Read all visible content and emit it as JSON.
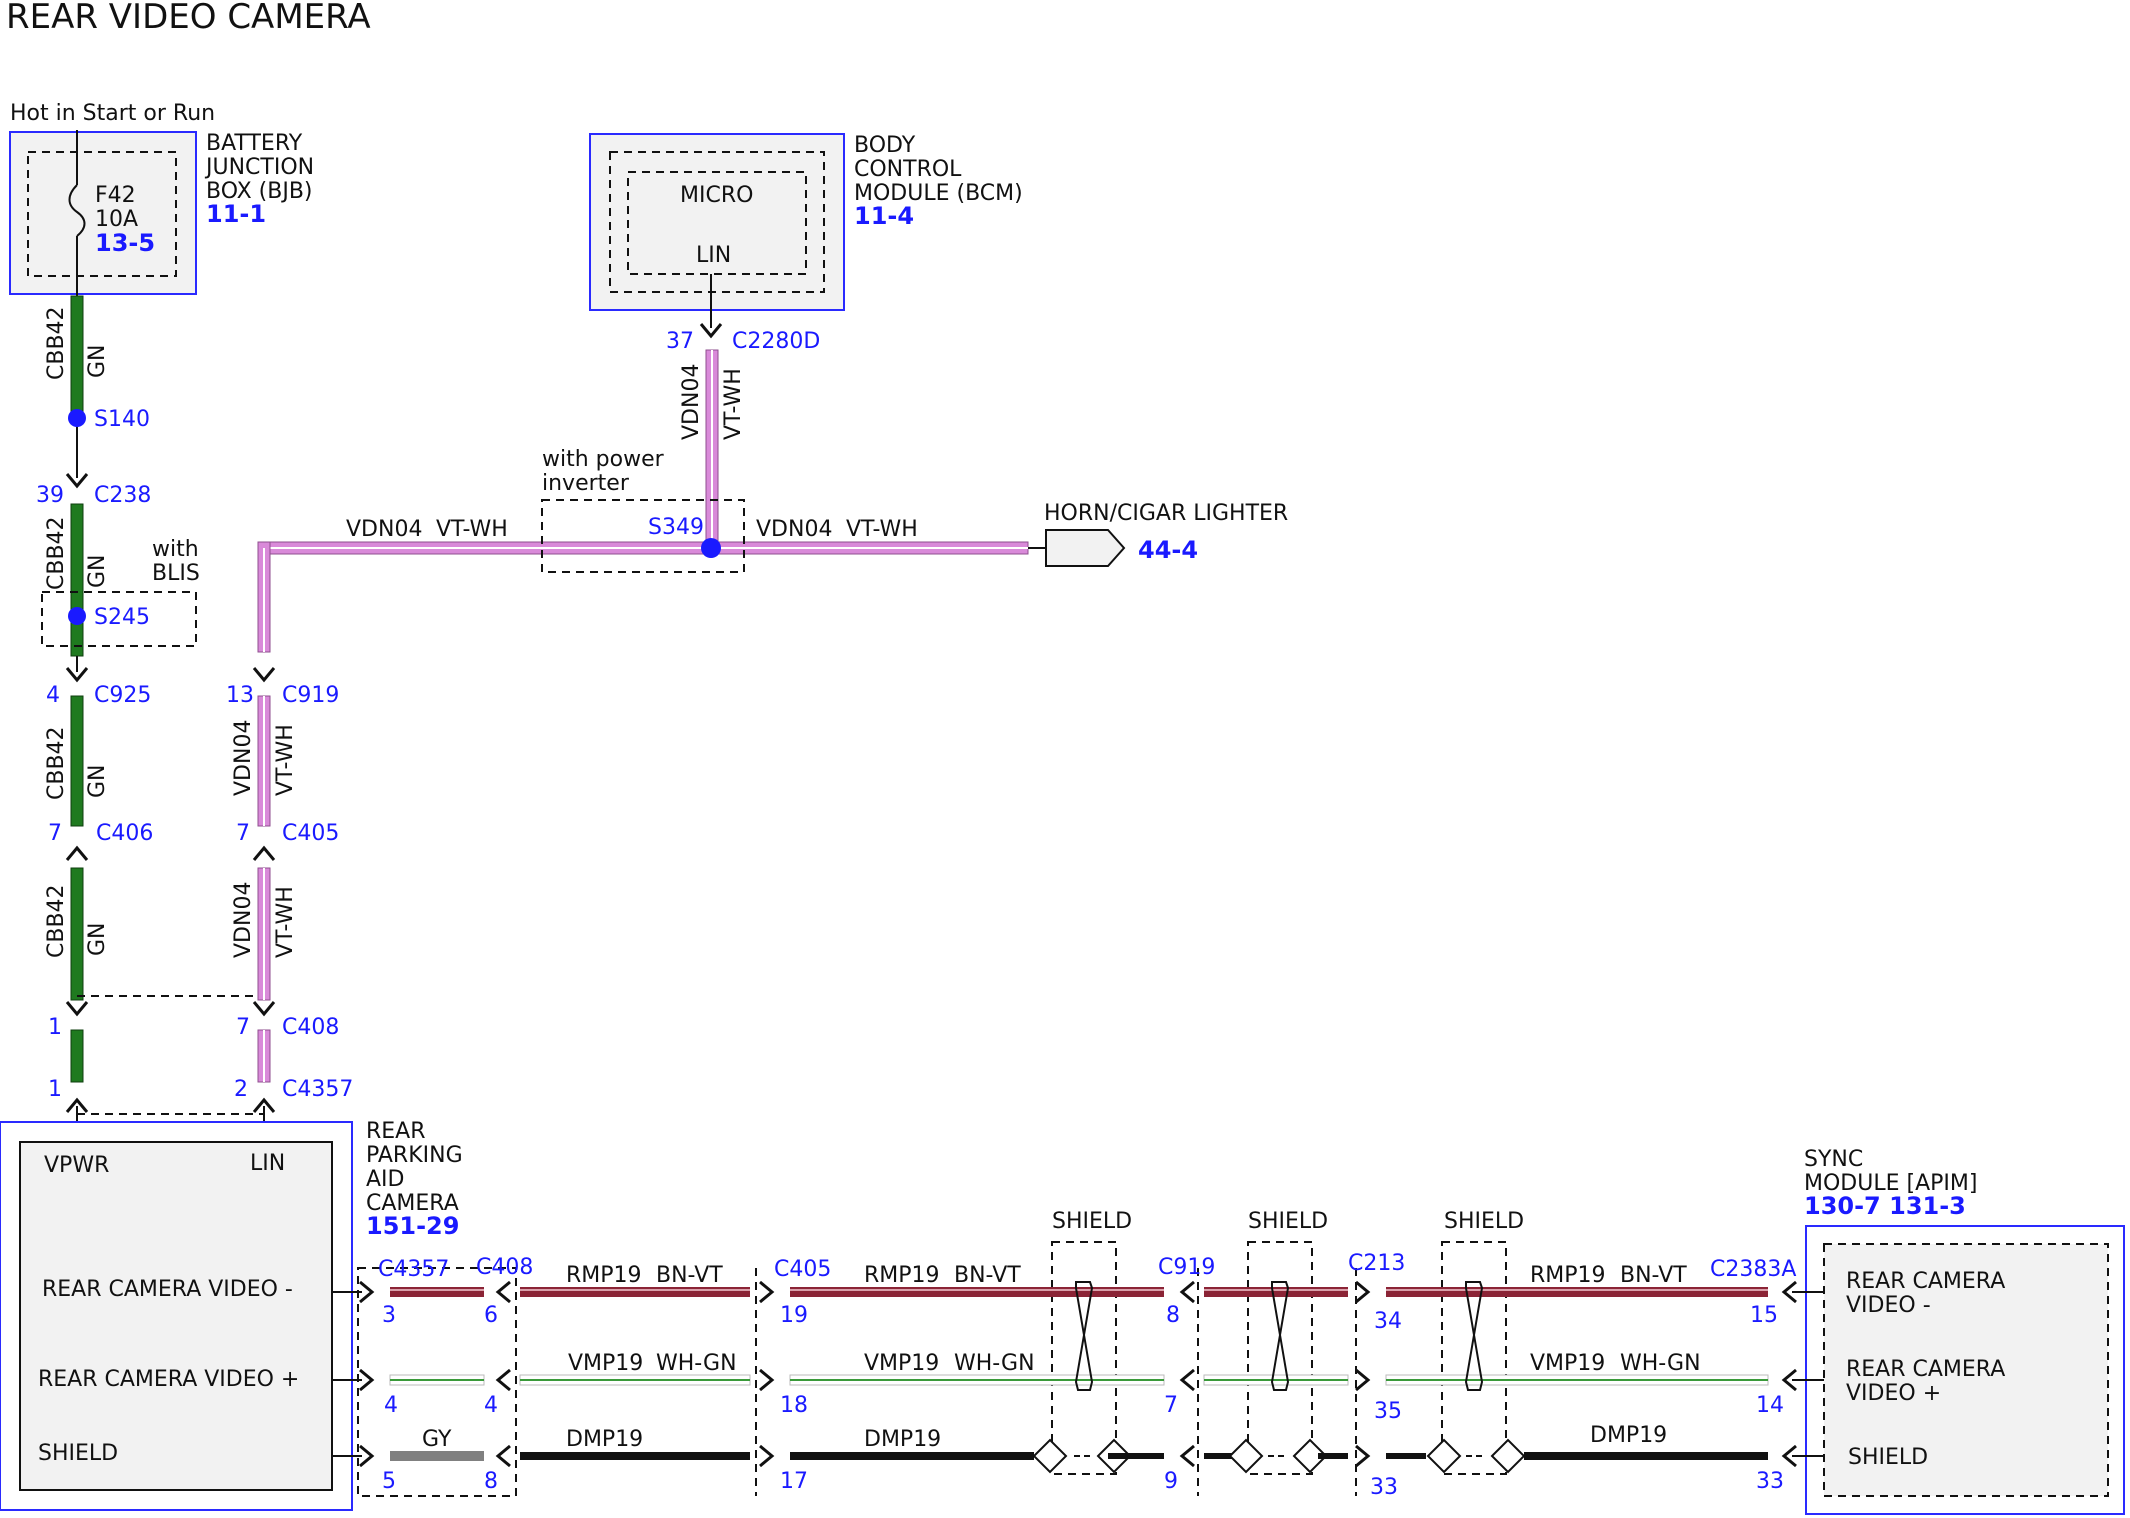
{
  "title": "REAR VIDEO CAMERA",
  "colors": {
    "gn": "#1f7a1f",
    "vt_wh": "#d98ad9",
    "bn_vt": "#8b2436",
    "wh_gn": "#3a9a3a",
    "gy": "#808080",
    "dmp": "#111111",
    "module_border": "#2a2aff",
    "ref": "#1a1aff"
  },
  "power": {
    "label": "Hot in Start or Run"
  },
  "bjb": {
    "name_lines": [
      "BATTERY",
      "JUNCTION",
      "BOX (BJB)"
    ],
    "ref": "11-1",
    "fuse": "F42",
    "amps": "10A",
    "fuse_ref": "13-5"
  },
  "bcm": {
    "name_lines": [
      "BODY",
      "CONTROL",
      "MODULE (BCM)"
    ],
    "ref": "11-4",
    "inner": "MICRO",
    "pin": "LIN"
  },
  "horn": {
    "name": "HORN/CIGAR LIGHTER",
    "ref": "44-4"
  },
  "rpa": {
    "name_lines": [
      "REAR",
      "PARKING",
      "AID",
      "CAMERA"
    ],
    "ref": "151-29",
    "pins": {
      "vpwr": "VPWR",
      "lin": "LIN",
      "video_minus": "REAR CAMERA VIDEO -",
      "video_plus": "REAR CAMERA VIDEO +",
      "shield": "SHIELD"
    }
  },
  "sync": {
    "name_lines": [
      "SYNC",
      "MODULE [APIM]"
    ],
    "ref": "130-7 131-3",
    "pins": {
      "video_minus": [
        "REAR CAMERA",
        "VIDEO -"
      ],
      "video_plus": [
        "REAR CAMERA",
        "VIDEO +"
      ],
      "shield": "SHIELD"
    }
  },
  "left_wire": {
    "circuit": "CBB42",
    "color": "GN",
    "splices": [
      "S140",
      "S245"
    ],
    "blis": [
      "with",
      "BLIS"
    ],
    "connectors": [
      {
        "id": "C238",
        "pin": "39"
      },
      {
        "id": "C925",
        "pin": "4"
      },
      {
        "id": "C406",
        "pin": "7"
      },
      {
        "id": "",
        "pin": "1"
      },
      {
        "id": "",
        "pin": "1"
      }
    ]
  },
  "lin_wire": {
    "circuit": "VDN04",
    "color": "VT-WH",
    "splice": "S349",
    "inverter": [
      "with power",
      "inverter"
    ],
    "bcm_connector": {
      "id": "C2280D",
      "pin": "37"
    },
    "connectors": [
      {
        "id": "C919",
        "pin": "13"
      },
      {
        "id": "C405",
        "pin": "7"
      },
      {
        "id": "C408",
        "pin": "7"
      },
      {
        "id": "C4357",
        "pin": "2"
      }
    ]
  },
  "bottom": {
    "connectors": [
      "C4357",
      "C408",
      "C405",
      "C919",
      "C213",
      "C2383A"
    ],
    "shield_label": "SHIELD",
    "rmp": {
      "circuit": "RMP19",
      "color": "BN-VT"
    },
    "vmp": {
      "circuit": "VMP19",
      "color": "WH-GN"
    },
    "dmp": {
      "circuit": "DMP19"
    },
    "gy": "GY",
    "pins_row1": [
      "3",
      "6",
      "19",
      "8",
      "34",
      "15"
    ],
    "pins_row2": [
      "4",
      "4",
      "18",
      "7",
      "35",
      "14"
    ],
    "pins_row3": [
      "5",
      "8",
      "17",
      "9",
      "33",
      "33"
    ]
  }
}
